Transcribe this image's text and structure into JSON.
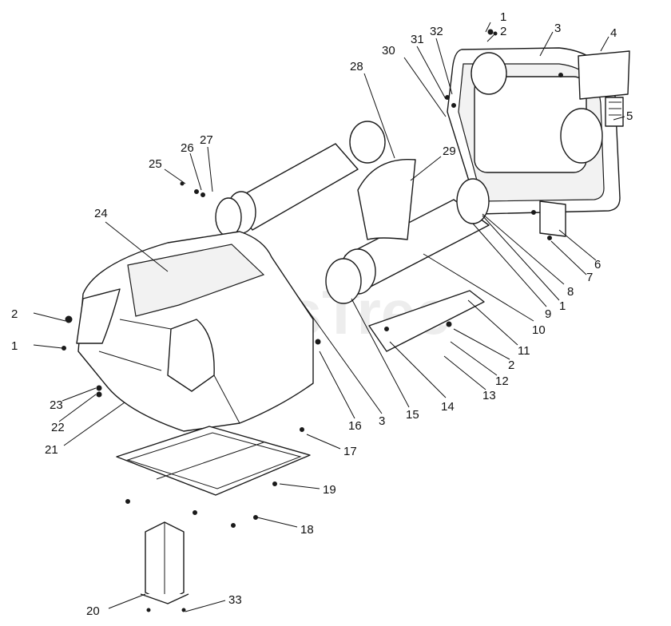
{
  "watermark": "PartsTree",
  "callouts": [
    "1",
    "2",
    "3",
    "4",
    "5",
    "6",
    "7",
    "8",
    "1",
    "9",
    "10",
    "11",
    "2",
    "12",
    "13",
    "14",
    "15",
    "3",
    "16",
    "17",
    "19",
    "18",
    "33",
    "20",
    "21",
    "22",
    "23",
    "1",
    "2",
    "24",
    "25",
    "26",
    "27",
    "28",
    "29",
    "30",
    "31",
    "32"
  ]
}
